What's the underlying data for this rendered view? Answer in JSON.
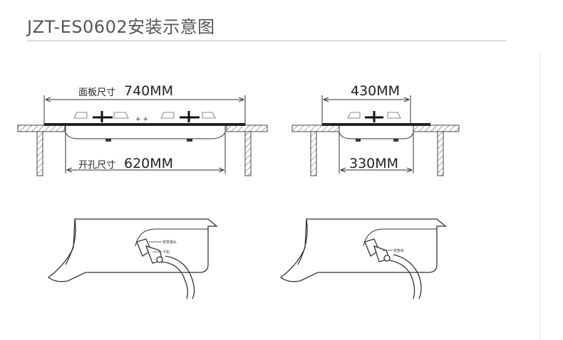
{
  "title": "JZT-ES0602安装示意图",
  "diagram_large": {
    "top_label_prefix": "面板尺寸",
    "top_dimension": "740MM",
    "bottom_label_prefix": "开孔尺寸",
    "bottom_dimension": "620MM"
  },
  "diagram_small": {
    "top_dimension": "430MM",
    "bottom_dimension": "330MM"
  },
  "detail_left": {
    "label_1": "安管接头",
    "label_2": "卡扣"
  },
  "detail_right": {
    "label_1": "安管扣"
  },
  "colors": {
    "line": "#333333",
    "title_text": "#555555",
    "rule": "#b8b8b8"
  }
}
